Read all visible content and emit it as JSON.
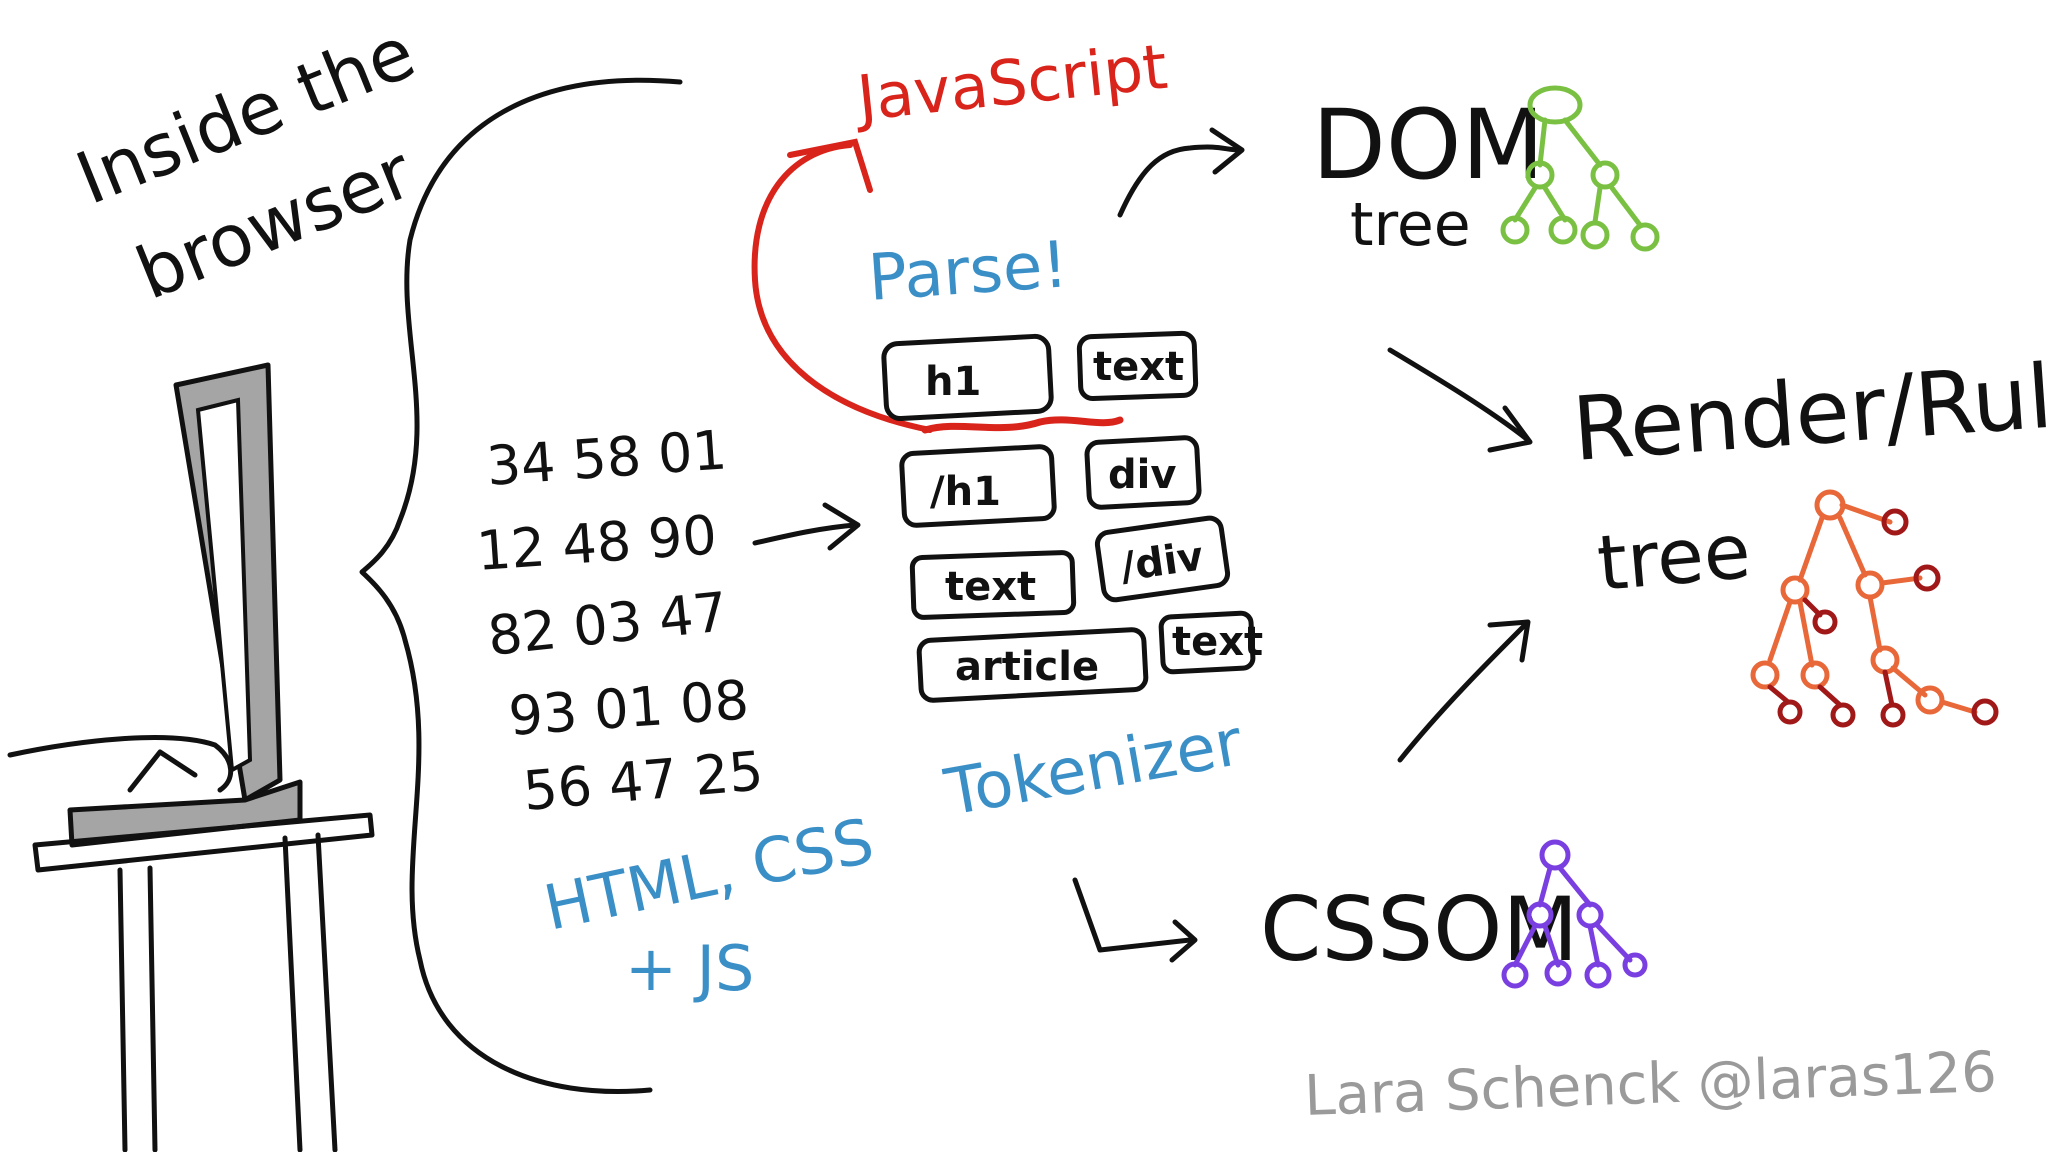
{
  "title": [
    "Inside the",
    "browser"
  ],
  "numbers": [
    "34 58 01",
    "12 48 90",
    "82 03 47",
    "93 01 08",
    "56 47 25"
  ],
  "source_label": [
    "HTML, CSS",
    "+ JS"
  ],
  "parse_label": "Parse!",
  "javascript_label": "JavaScript",
  "tokens": [
    "h1",
    "text",
    "/h1",
    "div",
    "text",
    "/div",
    "article",
    "text"
  ],
  "tokenizer_label": "Tokenizer",
  "dom_label": [
    "DOM",
    "tree"
  ],
  "cssom_label": "CSSOM",
  "render_label": [
    "Render/Rule",
    "tree"
  ],
  "credit": "Lara Schenck   @laras126",
  "colors": {
    "ink": "#111111",
    "blue": "#3b8fc7",
    "red": "#d9241b",
    "dom_green": "#7ac143",
    "cssom_purple": "#7a3fe0",
    "render_orange": "#e8683a",
    "render_darkred": "#a01818",
    "laptop_grey": "#a0a0a0",
    "credit_grey": "#9a9a9a"
  }
}
